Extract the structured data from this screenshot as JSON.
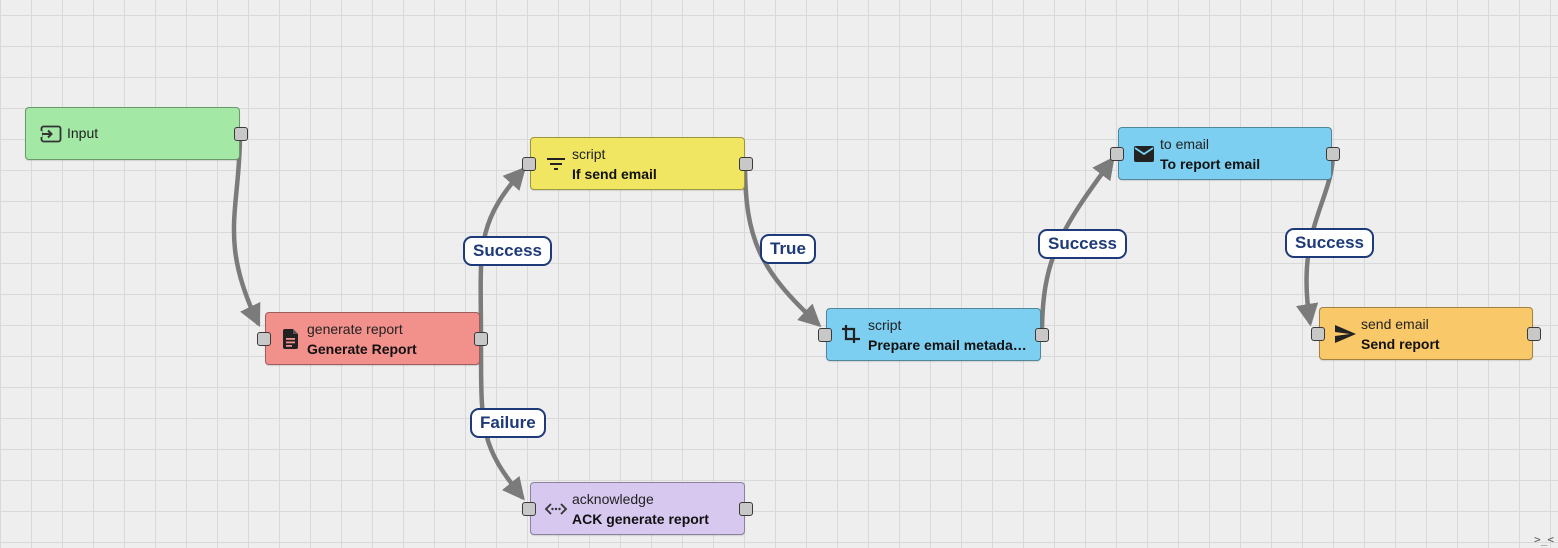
{
  "nodes": {
    "input": {
      "name": "Input",
      "icon": "input-icon",
      "color": "#a3e8a5"
    },
    "generate_report": {
      "type": "generate report",
      "name": "Generate Report",
      "icon": "document-icon",
      "color": "#f2908c"
    },
    "if_send_email": {
      "type": "script",
      "name": "If send email",
      "icon": "filter-icon",
      "color": "#f1e662"
    },
    "ack_generate_report": {
      "type": "acknowledge",
      "name": "ACK generate report",
      "icon": "dotted-code-icon",
      "color": "#d7c8f0"
    },
    "prepare_email_metadata": {
      "type": "script",
      "name": "Prepare email metada…",
      "icon": "crop-icon",
      "color": "#7ccff0"
    },
    "to_report_email": {
      "type": "to email",
      "name": "To report email",
      "icon": "mail-icon",
      "color": "#7ccff0"
    },
    "send_report": {
      "type": "send email",
      "name": "Send report",
      "icon": "send-icon",
      "color": "#f9c868"
    }
  },
  "edges": {
    "gen_success": "Success",
    "gen_failure": "Failure",
    "if_true": "True",
    "prep_success": "Success",
    "to_email_success": "Success"
  },
  "canvas": {
    "corner_glyph": ">_<"
  },
  "colors": {
    "edge": "#7b7b7b",
    "label_border": "#1e3a78",
    "port_fill": "#c8c8c8"
  }
}
